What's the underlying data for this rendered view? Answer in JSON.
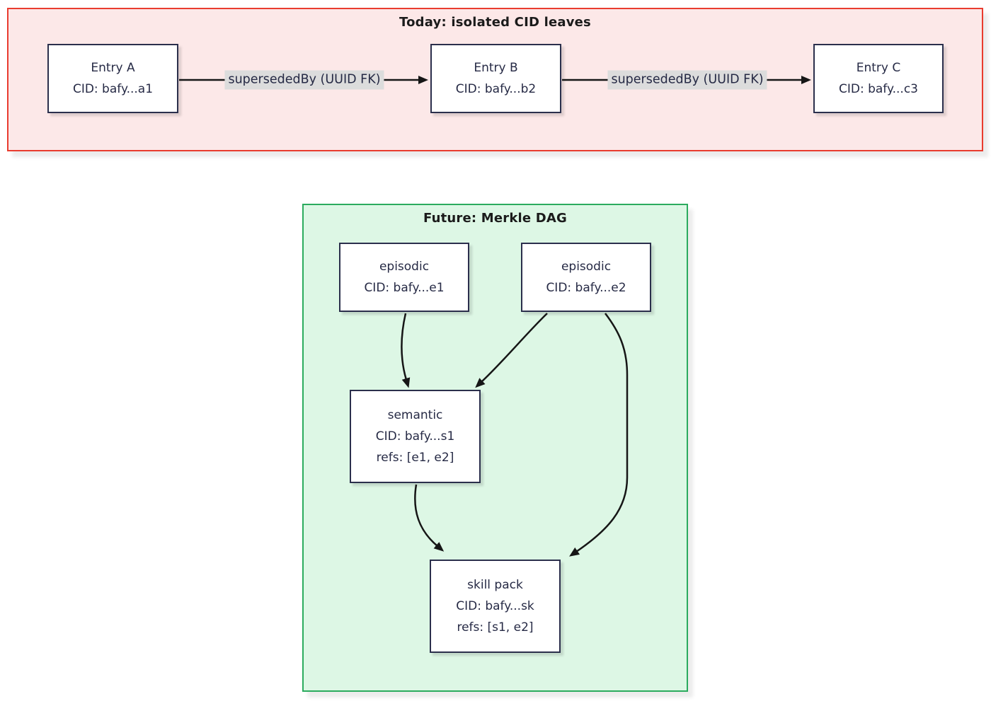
{
  "diagram": {
    "today": {
      "title": "Today: isolated CID leaves",
      "bg_color": "#fce8e8",
      "border_color": "#e93c2f",
      "nodes": [
        {
          "id": "entry-a",
          "line1": "Entry A",
          "line2": "CID: bafy...a1"
        },
        {
          "id": "entry-b",
          "line1": "Entry B",
          "line2": "CID: bafy...b2"
        },
        {
          "id": "entry-c",
          "line1": "Entry C",
          "line2": "CID: bafy...c3"
        }
      ],
      "edges": [
        {
          "from": "entry-a",
          "to": "entry-b",
          "label": "supersededBy (UUID FK)"
        },
        {
          "from": "entry-b",
          "to": "entry-c",
          "label": "supersededBy (UUID FK)"
        }
      ]
    },
    "future": {
      "title": "Future: Merkle DAG",
      "bg_color": "#ddf7e5",
      "border_color": "#2bab5e",
      "nodes": [
        {
          "id": "episodic-e1",
          "line1": "episodic",
          "line2": "CID: bafy...e1"
        },
        {
          "id": "episodic-e2",
          "line1": "episodic",
          "line2": "CID: bafy...e2"
        },
        {
          "id": "semantic-s1",
          "line1": "semantic",
          "line2": "CID: bafy...s1",
          "line3": "refs: [e1, e2]"
        },
        {
          "id": "skill-pack",
          "line1": "skill pack",
          "line2": "CID: bafy...sk",
          "line3": "refs: [s1, e2]"
        }
      ],
      "edges": [
        {
          "from": "episodic-e1",
          "to": "semantic-s1"
        },
        {
          "from": "episodic-e2",
          "to": "semantic-s1"
        },
        {
          "from": "episodic-e2",
          "to": "skill-pack"
        },
        {
          "from": "semantic-s1",
          "to": "skill-pack"
        }
      ]
    },
    "node_style": {
      "fill": "#ffffff",
      "border": "#2b2f4c",
      "text": "#262a45"
    },
    "edge_style": {
      "line": "#161616",
      "label_bg": "#dcdcdc"
    }
  }
}
